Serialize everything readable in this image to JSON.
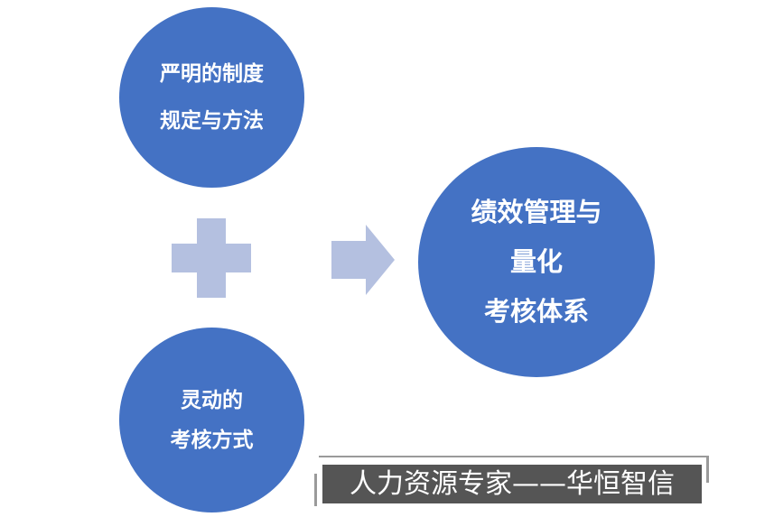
{
  "nodes": {
    "top": {
      "lines": [
        "严明的制度",
        "规定与方法"
      ]
    },
    "bottom": {
      "lines": [
        "灵动的",
        "考核方式"
      ]
    },
    "result": {
      "lines": [
        "绩效管理与",
        "量化",
        "考核体系"
      ]
    }
  },
  "symbols": {
    "plus": "plus-icon",
    "arrow": "arrow-right-icon"
  },
  "watermark": {
    "text": "人力资源专家——华恒智信"
  },
  "colors": {
    "circle": "#4472c4",
    "symbol": "#b4c0e0",
    "watermark_bg": "#555555",
    "watermark_frame": "#9a9a9a"
  }
}
